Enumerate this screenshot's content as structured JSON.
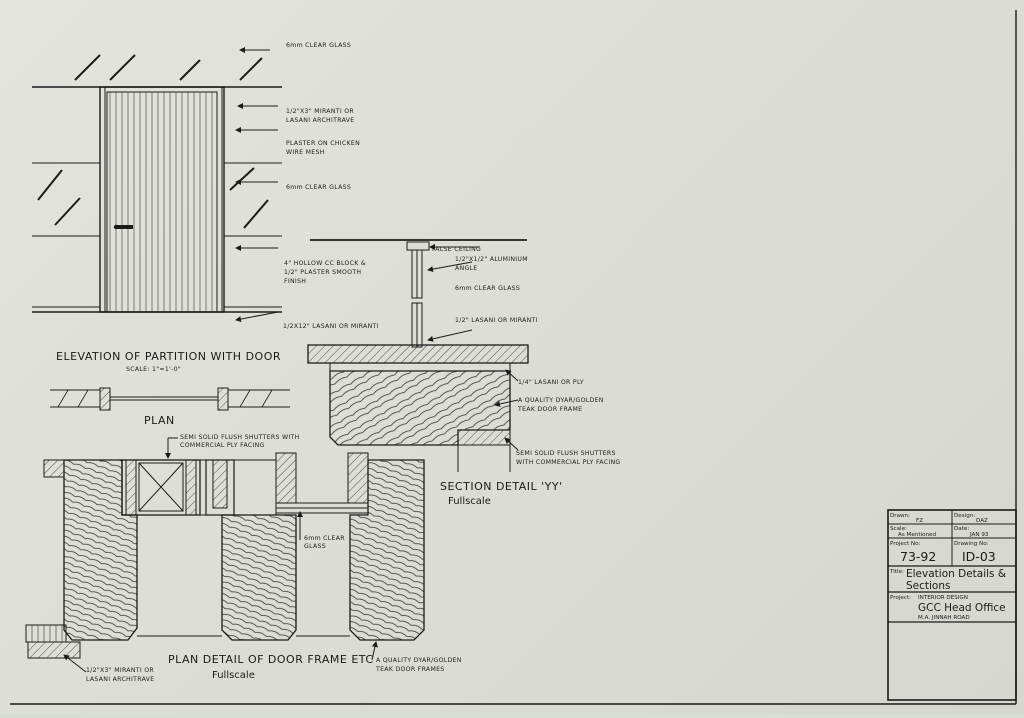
{
  "labels": {
    "glass_top": "6mm CLEAR GLASS",
    "architrave_1": "1/2\"X3\" MIRANTI OR",
    "architrave_2": "LASANI ARCHITRAVE",
    "plaster_1": "PLASTER ON CHICKEN",
    "plaster_2": "WIRE MESH",
    "glass_mid": "6mm CLEAR GLASS",
    "block_1": "4\" HOLLOW CC BLOCK &",
    "block_2": "1/2\" PLASTER SMOOTH",
    "block_3": "FINISH",
    "skirting": "1/2X12\" LASANI OR MIRANTI",
    "false_ceiling": "FALSE CEILING",
    "angle_1": "1/2\"X1/2\" ALUMINIUM",
    "angle_2": "ANGLE",
    "glass_sec": "6mm CLEAR GLASS",
    "lasani_sec": "1/2\" LASANI OR MIRANTI",
    "ply": "1/4\" LASANI OR PLY",
    "frame_sec_1": "A QUALITY DYAR/GOLDEN",
    "frame_sec_2": "TEAK DOOR FRAME",
    "shutters_sec_1": "SEMI SOLID FLUSH SHUTTERS",
    "shutters_sec_2": "WITH COMMERCIAL PLY FACING",
    "shutters_plan_1": "SEMI SOLID FLUSH SHUTTERS WITH",
    "shutters_plan_2": "COMMERCIAL PLY FACING",
    "glass_plan_1": "6mm CLEAR",
    "glass_plan_2": "GLASS",
    "architrave_plan_1": "1/2\"X3\" MIRANTI OR",
    "architrave_plan_2": "LASANI ARCHITRAVE",
    "frames_plan_1": "A QUALITY DYAR/GOLDEN",
    "frames_plan_2": "TEAK DOOR FRAMES"
  },
  "titles": {
    "elevation": "ELEVATION OF PARTITION WITH DOOR",
    "elevation_scale": "SCALE: 1\"=1'-0\"",
    "plan": "PLAN",
    "section": "SECTION DETAIL 'YY'",
    "section_scale": "Fullscale",
    "plan_detail": "PLAN DETAIL OF DOOR FRAME ETC",
    "plan_detail_scale": "Fullscale"
  },
  "title_block": {
    "drawn_label": "Drawn:",
    "drawn_value": "FZ",
    "design_label": "Design:",
    "design_value": "DAZ",
    "scale_label": "Scale:",
    "scale_value": "As Mentioned",
    "date_label": "Date:",
    "date_value": "JAN 93",
    "project_no_label": "Project No:",
    "project_no_value": "73-92",
    "drawing_no_label": "Drawing No:",
    "drawing_no_value": "ID-03",
    "title_label": "Title:",
    "title_line1": "Elevation Details &",
    "title_line2": "Sections",
    "project_label": "Project:",
    "project_type": "INTERIOR DESIGN",
    "project_name": "GCC Head Office",
    "project_address": "M.A. JINNAH ROAD"
  },
  "colors": {
    "paper": "#dfe0da",
    "ink": "#1b1b1b"
  }
}
